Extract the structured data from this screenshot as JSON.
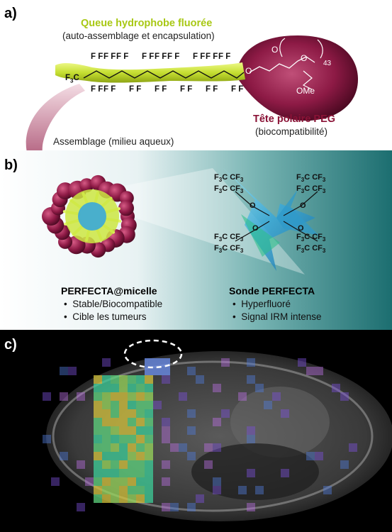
{
  "panels": {
    "a": {
      "label": "a)",
      "tail_title": "Queue hydrophobe fluorée",
      "tail_subtitle": "(auto-assemblage et encapsulation)",
      "head_title": "Tête polaire PEG",
      "head_subtitle": "(biocompatibilité)",
      "chem": {
        "f3c": "F",
        "f3c_sub": "3",
        "f3c_c": "C",
        "ff": "F F",
        "o": "O",
        "n": "43",
        "ome": "OMe"
      }
    },
    "b": {
      "label": "b)",
      "assembly_text": "Assemblage (milieu aqueux)",
      "micelle_title": "PERFECTA@micelle",
      "micelle_bullets": [
        "Stable/Biocompatible",
        "Cible les tumeurs"
      ],
      "probe_title": "Sonde PERFECTA",
      "probe_bullets": [
        "Hyperfluoré",
        "Signal IRM intense"
      ],
      "probe_chem": {
        "cf3": "CF",
        "f3c": "F",
        "sub3": "3",
        "c": "C",
        "o": "O"
      }
    },
    "c": {
      "label": "c)"
    }
  },
  "colors": {
    "tail": "#cde642",
    "peg_head": "#8d1a45",
    "tail_text": "#a8c814",
    "head_text": "#8a1236",
    "teal": "#1c6e70",
    "probe": "#3aa8d8"
  },
  "icons": {
    "bullet": "•"
  }
}
